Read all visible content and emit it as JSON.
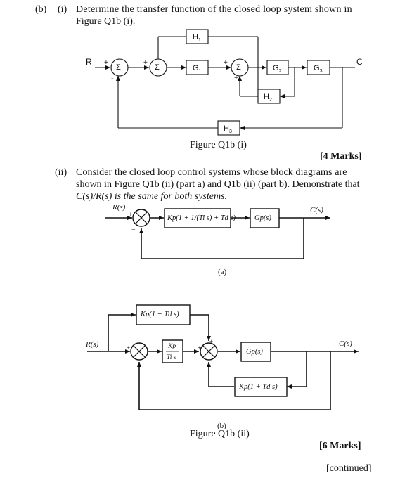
{
  "part_b": {
    "label": "(b)",
    "sub_i": {
      "label": "(i)",
      "line1": "Determine the transfer function of the closed loop system shown in",
      "line2": "Figure Q1b (i).",
      "marks": "[4 Marks]",
      "figure_caption": "Figure Q1b (i)",
      "diagram": {
        "input": "R",
        "output": "C",
        "sum": "Σ",
        "blocks": {
          "h1": "H",
          "h1_sub": "1",
          "g1": "G",
          "g1_sub": "1",
          "g2": "G",
          "g2_sub": "2",
          "g3": "G",
          "g3_sub": "3",
          "h2": "H",
          "h2_sub": "2",
          "h3": "H",
          "h3_sub": "3"
        },
        "signs": {
          "plus": "+",
          "minus": "-"
        }
      }
    },
    "sub_ii": {
      "label": "(ii)",
      "line1": "Consider the closed loop control systems whose block diagrams are",
      "line2": "shown in Figure Q1b (ii) (part a) and Q1b (ii) (part b). Demonstrate that",
      "line3": "C(s)/R(s) is the same for both systems.",
      "marks": "[6 Marks]",
      "figure_caption": "Figure Q1b (ii)",
      "diagram_a": {
        "input": "R(s)",
        "output": "C(s)",
        "pid_block": "Kp(1 + 1/(Ti s) + Td s)",
        "plant": "Gp(s)",
        "sub_caption": "(a)",
        "signs": {
          "plus": "+",
          "minus": "−"
        }
      },
      "diagram_b": {
        "input": "R(s)",
        "output": "C(s)",
        "pd_block": "Kp(1 + Td s)",
        "integral_block_num": "Kp",
        "integral_block_den": "Ti s",
        "plant": "Gp(s)",
        "feedback_block": "Kp(1 + Td s)",
        "sub_caption": "(b)",
        "signs": {
          "plus": "+",
          "minus": "−"
        }
      }
    },
    "footer": "[continued]"
  }
}
